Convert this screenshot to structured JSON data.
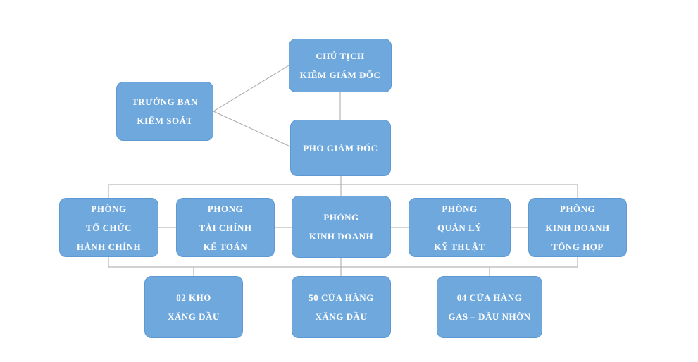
{
  "diagram": {
    "type": "org-chart",
    "node_fill_color": "#6fa8dc",
    "node_text_color": "#ffffff",
    "connector_color": "#a6a6a6",
    "background_color": "#ffffff"
  },
  "nodes": {
    "chairman": {
      "lines": [
        "CHỦ TỊCH",
        "KIÊM GIÁM ĐỐC"
      ]
    },
    "supervisory_board": {
      "lines": [
        "TRƯỞNG BAN",
        "KIỂM SOÁT"
      ]
    },
    "deputy_director": {
      "lines": [
        "PHÓ GIÁM ĐỐC"
      ]
    },
    "dept_org_admin": {
      "lines": [
        "PHÒNG",
        "TỔ CHỨC",
        "HÀNH CHÍNH"
      ]
    },
    "dept_finance_accounting": {
      "lines": [
        "PHONG",
        "TÀI CHÍNH",
        "KẾ TOÁN"
      ]
    },
    "dept_business": {
      "lines": [
        "PHÒNG",
        "KINH DOANH"
      ]
    },
    "dept_technical_management": {
      "lines": [
        "PHÒNG",
        "QUẢN LÝ",
        "KỸ THUẬT"
      ]
    },
    "dept_general_business": {
      "lines": [
        "PHÒNG",
        "KINH DOANH",
        "TỔNG HỢP"
      ]
    },
    "unit_petrol_depots": {
      "lines": [
        "02 KHO",
        "XĂNG DẦU"
      ]
    },
    "unit_petrol_stations": {
      "lines": [
        "50 CỬA HÀNG",
        "XĂNG DẦU"
      ]
    },
    "unit_gas_oil_stations": {
      "lines": [
        "04 CỬA HÀNG",
        "GAS – DẦU NHỜN"
      ]
    }
  }
}
